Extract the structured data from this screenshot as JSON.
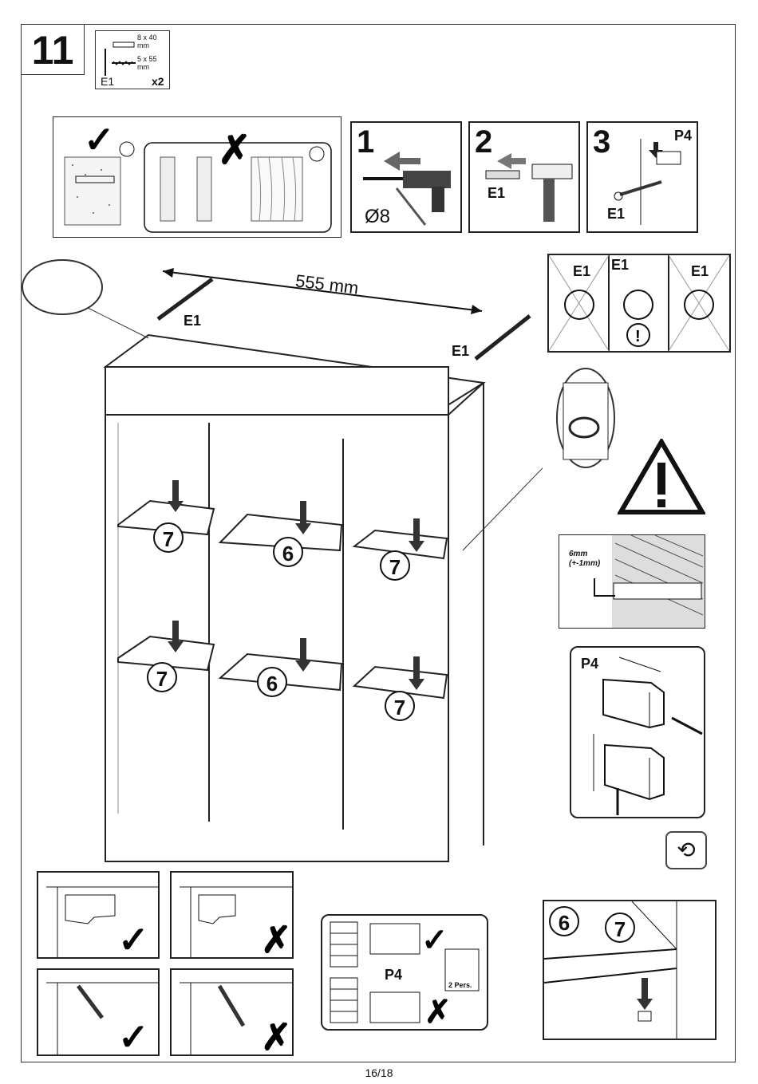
{
  "step": {
    "number": "11"
  },
  "hardware": {
    "dowel_size": "8 x 40 mm",
    "screw_size": "5 x 55 mm",
    "part": "E1",
    "qty": "x2"
  },
  "wall_types": {
    "good": "✓",
    "bad": "✗"
  },
  "drill_steps": [
    {
      "num": "1",
      "label": "Ø8"
    },
    {
      "num": "2",
      "label": "E1"
    },
    {
      "num": "3",
      "label": "E1",
      "sub": "P4"
    }
  ],
  "dimension": {
    "value": "555 mm"
  },
  "fixing_labels": {
    "left": "E1",
    "right": "E1"
  },
  "rotation_panel": {
    "a": "E1",
    "b": "E1",
    "c": "E1"
  },
  "shelves": [
    {
      "label": "7"
    },
    {
      "label": "6"
    },
    {
      "label": "7"
    },
    {
      "label": "7"
    },
    {
      "label": "6"
    },
    {
      "label": "7"
    }
  ],
  "gap_detail": {
    "line1": "6mm",
    "line2": "(+-1mm)"
  },
  "bracket": {
    "label": "P4"
  },
  "wall_panel": {
    "label": "P4",
    "persons": "2 Pers."
  },
  "pin_detail": {
    "a": "6",
    "b": "7"
  },
  "footer": {
    "page": "16/18"
  }
}
